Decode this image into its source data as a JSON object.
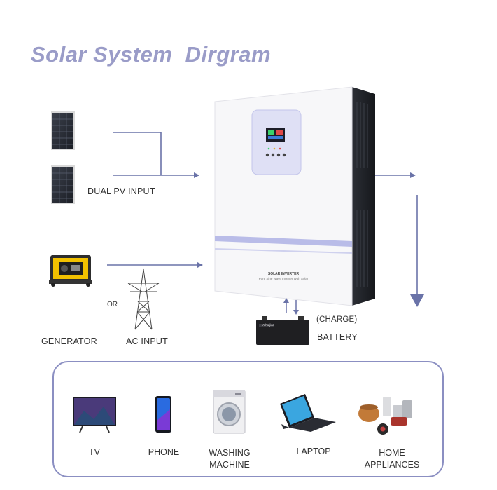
{
  "title": "Solar System  Dirgram",
  "inputs": {
    "pv_label": "DUAL PV INPUT",
    "generator_label": "GENERATOR",
    "or_label": "OR",
    "ac_input_label": "AC INPUT"
  },
  "inverter": {
    "line1": "SOLAR INVERTER",
    "line2": "Pure Sine Wave Inverter With Solar"
  },
  "battery": {
    "charge_label": "(CHARGE)",
    "label": "BATTERY",
    "brand": "Yuhuijian"
  },
  "appliances": [
    {
      "label": "TV",
      "icon": "tv-icon"
    },
    {
      "label": "PHONE",
      "icon": "phone-icon"
    },
    {
      "label": "WASHING\nMACHINE",
      "icon": "washing-machine-icon"
    },
    {
      "label": "LAPTOP",
      "icon": "laptop-icon"
    },
    {
      "label": "HOME\nAPPLIANCES",
      "icon": "home-appliances-icon"
    }
  ],
  "colors": {
    "title": "#9a9cc8",
    "arrow": "#6a73a8",
    "panel_border": "#8b8fc2",
    "inverter_accent": "#b9bce8"
  }
}
